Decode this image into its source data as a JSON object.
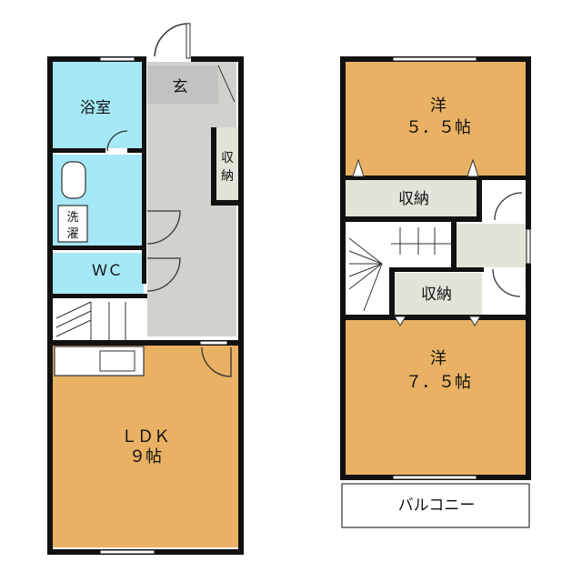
{
  "colors": {
    "wall": "#111111",
    "wet_room": "#a6e8f6",
    "hall": "#d2d2cc",
    "storage": "#e3e3da",
    "living_room": "#e8b163",
    "genkan": "#c2c2c2",
    "window": "#ffffff",
    "door_arc": "#333333"
  },
  "floor1": {
    "bath_label": "浴室",
    "genkan_label": "玄",
    "storage_label_top": "収",
    "storage_label_bottom": "納",
    "laundry_label_top": "洗",
    "laundry_label_bottom": "濯",
    "wc_label": "ＷＣ",
    "ldk_name": "ＬＤＫ",
    "ldk_size": "９帖"
  },
  "floor2": {
    "room1_name": "洋",
    "room1_size": "５．５帖",
    "closet1_label": "収納",
    "closet2_label": "収納",
    "room2_name": "洋",
    "room2_size": "７．５帖",
    "balcony_label": "バルコニー"
  }
}
